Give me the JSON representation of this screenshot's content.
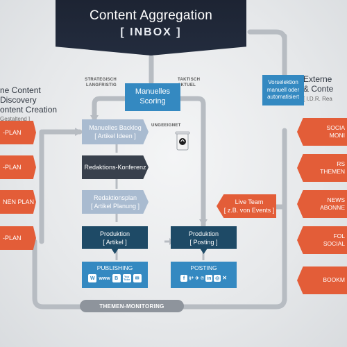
{
  "banner": {
    "title": "Content Aggregation",
    "subtitle": "[ INBOX ]"
  },
  "left_heading": {
    "line1": "ne Content Discovery",
    "line2": "ontent Creation",
    "sub": "Gestaltend ]"
  },
  "right_heading": {
    "line1": "Externe",
    "line2": "& Conte",
    "sub": "[ I.D.R. Rea"
  },
  "scoring": {
    "label_line1": "Manuelles",
    "label_line2": "Scoring",
    "left_note_1": "STRATEGISCH",
    "left_note_2": "LANGFRISTIG",
    "right_note_1": "TAKTISCH",
    "right_note_2": "AKTUEL",
    "reject_note": "UNGEEIGNET"
  },
  "center": {
    "backlog_title": "Manuelles Backlog",
    "backlog_sub": "[ Artikel Ideen ]",
    "konferenz": "Redaktions-Konferenz",
    "plan_title": "Redaktionsplan",
    "plan_sub": "[ Artikel Planung ]",
    "prod_left_title": "Produktion",
    "prod_left_sub": "[ Artikel ]",
    "prod_right_title": "Produktion",
    "prod_right_sub": "[ Posting ]",
    "publishing": "PUBLISHING",
    "posting": "POSTING",
    "monitoring": "THEMEN-MONITORING"
  },
  "vorselektion": {
    "line1": "Vorselektion",
    "line2": "manuell oder",
    "line3": "automatisiert"
  },
  "live_team": {
    "title": "Live Team",
    "sub": "[ z.B. von Events ]"
  },
  "left_items": [
    "-PLAN",
    "-PLAN",
    "NEN PLAN",
    "-PLAN"
  ],
  "right_items": [
    {
      "line1": "SOCIA",
      "line2": "MONI"
    },
    {
      "line1": "RS",
      "line2": "THEMEN"
    },
    {
      "line1": "NEWS",
      "line2": "ABONNE"
    },
    {
      "line1": "FOL",
      "line2": "SOCIAL"
    },
    {
      "line1": "BOOKM",
      "line2": ""
    }
  ],
  "publishing_icons": [
    "wordpress-icon",
    "www-icon",
    "blogger-icon",
    "youtube-icon",
    "mail-icon"
  ],
  "publishing_icon_text": {
    "www": "www",
    "youtube": "You Tube"
  },
  "posting_icons": [
    "facebook-icon",
    "googleplus-icon",
    "twitter-icon",
    "pinterest-icon",
    "linkedin-icon",
    "instagram-icon",
    "xing-icon"
  ],
  "colors": {
    "blue": "#3489c1",
    "orange": "#e35d38",
    "dark": "#38404c",
    "navy": "#1e4a66",
    "light": "#a9bbd0",
    "banner": "#1d2433"
  }
}
